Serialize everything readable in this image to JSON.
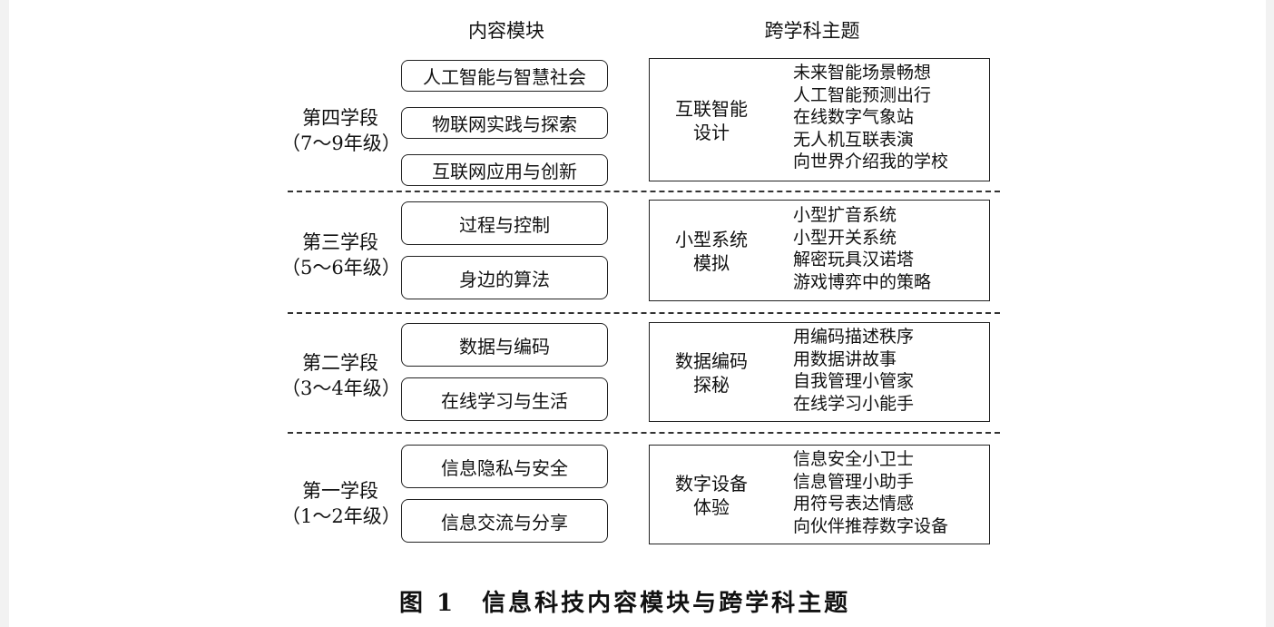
{
  "headers": {
    "modules": "内容模块",
    "themes": "跨学科主题"
  },
  "stages": [
    {
      "name": "第四学段",
      "grades": "（7～9年级）",
      "modules": [
        "人工智能与智慧社会",
        "物联网实践与探索",
        "互联网应用与创新"
      ],
      "theme_line1": "互联智能",
      "theme_line2": "设计",
      "topics": [
        "未来智能场景畅想",
        "人工智能预测出行",
        "在线数字气象站",
        "无人机互联表演",
        "向世界介绍我的学校"
      ]
    },
    {
      "name": "第三学段",
      "grades": "（5～6年级）",
      "modules": [
        "过程与控制",
        "身边的算法"
      ],
      "theme_line1": "小型系统",
      "theme_line2": "模拟",
      "topics": [
        "小型扩音系统",
        "小型开关系统",
        "解密玩具汉诺塔",
        "游戏博弈中的策略"
      ]
    },
    {
      "name": "第二学段",
      "grades": "（3～4年级）",
      "modules": [
        "数据与编码",
        "在线学习与生活"
      ],
      "theme_line1": "数据编码",
      "theme_line2": "探秘",
      "topics": [
        "用编码描述秩序",
        "用数据讲故事",
        "自我管理小管家",
        "在线学习小能手"
      ]
    },
    {
      "name": "第一学段",
      "grades": "（1～2年级）",
      "modules": [
        "信息隐私与安全",
        "信息交流与分享"
      ],
      "theme_line1": "数字设备",
      "theme_line2": "体验",
      "topics": [
        "信息安全小卫士",
        "信息管理小助手",
        "用符号表达情感",
        "向伙伴推荐数字设备"
      ]
    }
  ],
  "caption": "图 1　信息科技内容模块与跨学科主题"
}
